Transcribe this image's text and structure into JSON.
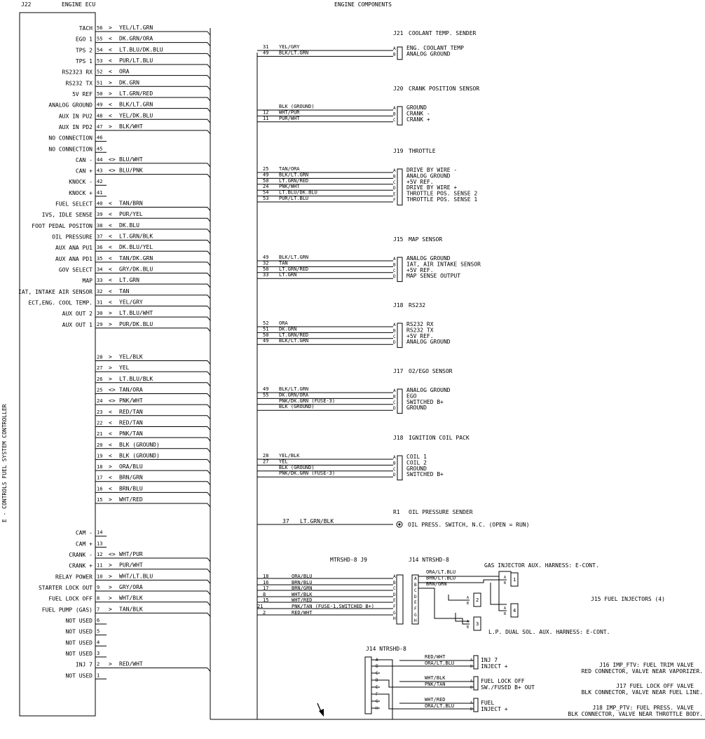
{
  "header": {
    "ecu_ref": "J22",
    "ecu_title": "ENGINE ECU",
    "components_title": "ENGINE COMPONENTS"
  },
  "side_label": "E - CONTROLS FUEL SYSTEM CONTROLLER",
  "ecu_pins": [
    {
      "pin": "56",
      "label": "TACH",
      "dir": ">",
      "wire": "YEL/LT.GRN"
    },
    {
      "pin": "55",
      "label": "EGO 1",
      "dir": "<",
      "wire": "DK.GRN/ORA"
    },
    {
      "pin": "54",
      "label": "TPS 2",
      "dir": "<",
      "wire": "LT.BLU/DK.BLU"
    },
    {
      "pin": "53",
      "label": "TPS 1",
      "dir": "<",
      "wire": "PUR/LT.BLU"
    },
    {
      "pin": "52",
      "label": "RS2323 RX",
      "dir": "<",
      "wire": "ORA"
    },
    {
      "pin": "51",
      "label": "RS232 TX",
      "dir": ">",
      "wire": "DK.GRN"
    },
    {
      "pin": "50",
      "label": "5V REF",
      "dir": ">",
      "wire": "LT.GRN/RED"
    },
    {
      "pin": "49",
      "label": "ANALOG  GROUND",
      "dir": "<",
      "wire": "BLK/LT.GRN"
    },
    {
      "pin": "48",
      "label": "AUX IN PU2",
      "dir": "<",
      "wire": "YEL/DK.BLU"
    },
    {
      "pin": "47",
      "label": "AUX IN PD2",
      "dir": ">",
      "wire": "BLK/WHT"
    },
    {
      "pin": "46",
      "label": "NO CONNECTION",
      "dir": "",
      "wire": ""
    },
    {
      "pin": "45",
      "label": "NO CONNECTION",
      "dir": "",
      "wire": ""
    },
    {
      "pin": "44",
      "label": "CAN -",
      "dir": "<>",
      "wire": "BLU/WHT"
    },
    {
      "pin": "43",
      "label": "CAN +",
      "dir": "<>",
      "wire": "BLU/PNK"
    },
    {
      "pin": "42",
      "label": "KNOCK -",
      "dir": "",
      "wire": ""
    },
    {
      "pin": "41",
      "label": "KNOCK +",
      "dir": "",
      "wire": ""
    },
    {
      "pin": "40",
      "label": "FUEL SELECT",
      "dir": "<",
      "wire": "TAN/BRN"
    },
    {
      "pin": "39",
      "label": "IVS, IDLE SENSE",
      "dir": "<",
      "wire": "PUR/YEL"
    },
    {
      "pin": "38",
      "label": "FOOT PEDAL POSITON",
      "dir": "<",
      "wire": "DK.BLU"
    },
    {
      "pin": "37",
      "label": "OIL PRESSURE",
      "dir": "<",
      "wire": "LT.GRN/BLK"
    },
    {
      "pin": "36",
      "label": "AUX ANA PU1",
      "dir": "<",
      "wire": "DK.BLU/YEL"
    },
    {
      "pin": "35",
      "label": "AUX ANA PD1",
      "dir": "<",
      "wire": "TAN/DK.GRN"
    },
    {
      "pin": "34",
      "label": "GOV SELECT",
      "dir": "<",
      "wire": "GRY/DK.BLU"
    },
    {
      "pin": "33",
      "label": "MAP",
      "dir": "<",
      "wire": "LT.GRN"
    },
    {
      "pin": "32",
      "label": "IAT, INTAKE AIR SENSOR",
      "dir": "<",
      "wire": "TAN"
    },
    {
      "pin": "31",
      "label": "ECT,ENG. COOL TEMP.",
      "dir": "<",
      "wire": "YEL/GRY"
    },
    {
      "pin": "30",
      "label": "AUX OUT 2",
      "dir": ">",
      "wire": "LT.BLU/WHT"
    },
    {
      "pin": "29",
      "label": "AUX OUT 1",
      "dir": ">",
      "wire": "PUR/DK.BLU"
    },
    {
      "pin": "28",
      "label": "",
      "dir": ">",
      "wire": "YEL/BLK"
    },
    {
      "pin": "27",
      "label": "",
      "dir": ">",
      "wire": "YEL"
    },
    {
      "pin": "26",
      "label": "",
      "dir": ">",
      "wire": "LT.BLU/BLK"
    },
    {
      "pin": "25",
      "label": "",
      "dir": "<>",
      "wire": "TAN/ORA"
    },
    {
      "pin": "24",
      "label": "",
      "dir": "<>",
      "wire": "PNK/WHT"
    },
    {
      "pin": "23",
      "label": "",
      "dir": "<",
      "wire": "RED/TAN"
    },
    {
      "pin": "22",
      "label": "",
      "dir": "<",
      "wire": "RED/TAN"
    },
    {
      "pin": "21",
      "label": "",
      "dir": "<",
      "wire": "PNK/TAN"
    },
    {
      "pin": "20",
      "label": "",
      "dir": "<",
      "wire": "BLK (GROUND)"
    },
    {
      "pin": "19",
      "label": "",
      "dir": "<",
      "wire": "BLK (GROUND)"
    },
    {
      "pin": "18",
      "label": "",
      "dir": ">",
      "wire": "ORA/BLU"
    },
    {
      "pin": "17",
      "label": "",
      "dir": "<",
      "wire": "BRN/GRN"
    },
    {
      "pin": "16",
      "label": "",
      "dir": "<",
      "wire": "BRN/BLU"
    },
    {
      "pin": "15",
      "label": "",
      "dir": ">",
      "wire": "WHT/RED"
    },
    {
      "pin": "14",
      "label": "CAM -",
      "dir": "",
      "wire": ""
    },
    {
      "pin": "13",
      "label": "CAM +",
      "dir": "",
      "wire": ""
    },
    {
      "pin": "12",
      "label": "CRANK -",
      "dir": "<>",
      "wire": "WHT/PUR"
    },
    {
      "pin": "11",
      "label": "CRANK +",
      "dir": ">",
      "wire": "PUR/WHT"
    },
    {
      "pin": "10",
      "label": "RELAY POWER",
      "dir": ">",
      "wire": "WHT/LT.BLU"
    },
    {
      "pin": "9",
      "label": "STARTER LOCK OUT",
      "dir": ">",
      "wire": "GRY/ORA"
    },
    {
      "pin": "8",
      "label": "FUEL LOCK OFF",
      "dir": ">",
      "wire": "WHT/BLK"
    },
    {
      "pin": "7",
      "label": "FUEL PUMP (GAS)",
      "dir": ">",
      "wire": "TAN/BLK"
    },
    {
      "pin": "6",
      "label": "NOT USED",
      "dir": "",
      "wire": ""
    },
    {
      "pin": "5",
      "label": "NOT USED",
      "dir": "",
      "wire": ""
    },
    {
      "pin": "4",
      "label": "NOT USED",
      "dir": "",
      "wire": ""
    },
    {
      "pin": "3",
      "label": "NOT USED",
      "dir": "",
      "wire": ""
    },
    {
      "pin": "2",
      "label": "INJ 7",
      "dir": ">",
      "wire": "RED/WHT"
    },
    {
      "pin": "1",
      "label": "NOT USED",
      "dir": "",
      "wire": ""
    }
  ],
  "components": [
    {
      "ref": "J21",
      "name": "COOLANT TEMP. SENDER",
      "wires": [
        {
          "pin": "31",
          "color": "YEL/GRY"
        },
        {
          "pin": "49",
          "color": "BLK/LT.GRN"
        }
      ],
      "terms": [
        "A",
        "B"
      ],
      "funcs": [
        "ENG. COOLANT TEMP",
        "ANALOG GROUND"
      ]
    },
    {
      "ref": "J20",
      "name": "CRANK POSITION SENSOR",
      "wires": [
        {
          "pin": "",
          "color": "BLK (GROUND)"
        },
        {
          "pin": "12",
          "color": "WHT/PUR"
        },
        {
          "pin": "11",
          "color": "PUR/WHT"
        }
      ],
      "terms": [
        "A",
        "B",
        "C"
      ],
      "funcs": [
        "GROUND",
        "CRANK -",
        "CRANK +"
      ]
    },
    {
      "ref": "J19",
      "name": "THROTTLE",
      "wires": [
        {
          "pin": "25",
          "color": "TAN/ORA"
        },
        {
          "pin": "49",
          "color": "BLK/LT.GRN"
        },
        {
          "pin": "50",
          "color": "LT.GRN/RED"
        },
        {
          "pin": "24",
          "color": "PNK/WHT"
        },
        {
          "pin": "54",
          "color": "LT.BLU/DK.BLU"
        },
        {
          "pin": "53",
          "color": "PUR/LT.BLU"
        }
      ],
      "terms": [
        "A",
        "B",
        "C",
        "D",
        "E",
        "F"
      ],
      "funcs": [
        "DRIVE BY WIRE -",
        "ANALOG GROUND",
        "+5V REF.",
        "DRIVE BY WIRE +",
        "THROTTLE POS. SENSE 2",
        "THROTTLE POS. SENSE 1"
      ]
    },
    {
      "ref": "J15",
      "name": "MAP SENSOR",
      "wires": [
        {
          "pin": "49",
          "color": "BLK/LT.GRN"
        },
        {
          "pin": "32",
          "color": "TAN"
        },
        {
          "pin": "50",
          "color": "LT.GRN/RED"
        },
        {
          "pin": "33",
          "color": "LT.GRN"
        }
      ],
      "terms": [
        "A",
        "B",
        "C",
        "D"
      ],
      "funcs": [
        "ANALOG GROUND",
        "IAT, AIR INTAKE SENSOR",
        "+5V REF.",
        "MAP SENSE OUTPUT"
      ]
    },
    {
      "ref": "J18",
      "name": "RS232",
      "wires": [
        {
          "pin": "52",
          "color": "ORA"
        },
        {
          "pin": "51",
          "color": "DK.GRN"
        },
        {
          "pin": "50",
          "color": "LT.GRN/RED"
        },
        {
          "pin": "49",
          "color": "BLK/LT.GRN"
        }
      ],
      "terms": [
        "A",
        "B",
        "C",
        "D"
      ],
      "funcs": [
        "RS232 RX",
        "RS232 TX",
        "+5V REF.",
        "ANALOG GROUND"
      ]
    },
    {
      "ref": "J17",
      "name": "O2/EGO SENSOR",
      "wires": [
        {
          "pin": "49",
          "color": "BLK/LT.GRN"
        },
        {
          "pin": "55",
          "color": "DK.GRN/ORA"
        },
        {
          "pin": "",
          "color": "PNK/DK.GRN (FUSE-3)"
        },
        {
          "pin": "",
          "color": "BLK (GROUND)"
        }
      ],
      "terms": [
        "A",
        "B",
        "C",
        "D"
      ],
      "funcs": [
        "ANALOG GROUND",
        "EGO",
        "SWITCHED B+",
        "GROUND"
      ]
    },
    {
      "ref": "J18",
      "name": "IGNITION COIL PACK",
      "wires": [
        {
          "pin": "28",
          "color": "YEL/BLK"
        },
        {
          "pin": "27",
          "color": "YEL"
        },
        {
          "pin": "",
          "color": "BLK (GROUND)"
        },
        {
          "pin": "",
          "color": "PNK/DK.GRN (FUSE-3)"
        }
      ],
      "terms": [
        "A",
        "B",
        "C",
        "D"
      ],
      "funcs": [
        "COIL 1",
        "COIL 2",
        "GROUND",
        "SWITCHED B+"
      ]
    }
  ],
  "oil_sender": {
    "ref": "R1",
    "name": "OIL PRESSURE SENDER",
    "pin": "37",
    "color": "LT.GRN/BLK",
    "desc": "OIL PRESS. SWITCH, N.C. (OPEN = RUN)"
  },
  "injectors": {
    "j9_label": "MTRSHD-8  J9",
    "j14_label": "J14  NTRSHD-8",
    "gas_aux": "GAS INJECTOR AUX. HARNESS: E-CONT.",
    "inj_title": "J15  FUEL INJECTORS (4)",
    "lp_aux": "L.P. DUAL SOL. AUX. HARNESS: E-CONT.",
    "j9_wires": [
      {
        "pin": "18",
        "color": "ORA/BLU"
      },
      {
        "pin": "16",
        "color": "BRN/BLU"
      },
      {
        "pin": "17",
        "color": "BRN/GRN"
      },
      {
        "pin": "8",
        "color": "WHT/BLK"
      },
      {
        "pin": "15",
        "color": "WHT/RED"
      },
      {
        "pin": "21",
        "color": "PNK/TAN (FUSE-1,SWITCHED B+)"
      },
      {
        "pin": "2",
        "color": "RED/WHT"
      }
    ],
    "j9_terms": [
      "A",
      "B",
      "C",
      "D",
      "E",
      "F",
      "G",
      "H"
    ],
    "j14_terms": [
      "A",
      "B",
      "C",
      "D",
      "E",
      "F",
      "G",
      "H"
    ],
    "j14_wires": [
      "ORA/LT.BLU",
      "BRN/LT.BLU",
      "BRN/GRN"
    ],
    "inj_nums": [
      "1",
      "2",
      "3",
      "4"
    ]
  },
  "bottom_conn": {
    "label": "J14 NTRSHD-8",
    "terms": [
      "A",
      "B",
      "C",
      "D",
      "E",
      "F",
      "G",
      "H"
    ],
    "groups": [
      {
        "wires": [
          "RED/WHT",
          "ORA/LT.BLU"
        ],
        "part": [
          "INJ 7",
          "INJECT +"
        ],
        "title": "J16  IMP_FTV: FUEL TRIM VALVE",
        "desc": "RED CONNECTOR, VALVE NEAR VAPORIZER."
      },
      {
        "wires": [
          "WHT/BLK",
          "PNK/TAN"
        ],
        "part": [
          "FUEL LOCK OFF",
          "SW./FUSED B+ OUT"
        ],
        "title": "J17  FUEL LOCK OFF VALVE",
        "desc": "BLK CONNECTOR, VALVE NEAR FUEL LINE."
      },
      {
        "wires": [
          "WHT/RED",
          "ORA/LT.BLU"
        ],
        "part": [
          "FUEL",
          "INJECT +"
        ],
        "title": "J18  IMP_PTV: FUEL PRESS. VALVE",
        "desc": "BLK CONNECTOR, VALVE NEAR THROTTLE BODY."
      }
    ]
  }
}
